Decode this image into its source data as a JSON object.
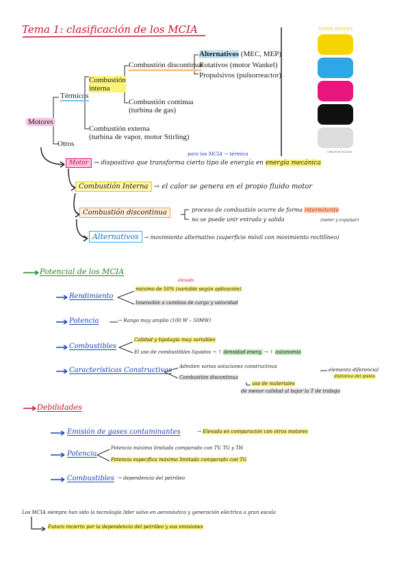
{
  "title": "Tema 1: clasificación de los MCIA",
  "tree": {
    "root": "Motores",
    "termicos": "Térmicos",
    "otros": "Otros",
    "comb_interna": [
      "Combustión",
      "interna"
    ],
    "comb_discontinua": "Combustión discontinua",
    "alternativos": "Alternativos",
    "alternativos_suffix": " (MEC, MEP)",
    "rotativos": "Rotativos (motor Wankel)",
    "propulsivos": "Propulsivos (pulsorreactor)",
    "comb_continua": [
      "Combustión continua",
      "(turbina de gas)"
    ],
    "comb_externa": [
      "Combustión externa",
      "(turbina de vapor, motor Stirling)"
    ]
  },
  "logo": {
    "top": "DANN DANIEL",
    "bottom": "CREATIVE STUDIO",
    "colors": [
      "#f5d400",
      "#2fa7e6",
      "#e8157e",
      "#111111",
      "#dcdcdc"
    ]
  },
  "definitions": {
    "motor": {
      "term": "Motor",
      "text": "dispositivo que transforma cierto tipo de energía en",
      "highlight": "energía mecánica",
      "note": "para los MCIA → térmica"
    },
    "interna": {
      "term": "Combustión Interna",
      "text": "el calor se genera en el propio fluido motor"
    },
    "discontinua": {
      "term": "Combustión discontinua",
      "line1": "proceso de combustión ocurre de forma",
      "line1_hl": "intermitente",
      "line2": "no se puede unir entrada y salida",
      "line2_note": "(meter y expulsar)"
    },
    "alternativos": {
      "term": "Alternativos",
      "text": "movimiento alternativo (superficie móvil con movimiento rectilíneo)"
    }
  },
  "potencial": {
    "heading": "Potencial de los MCIA",
    "rendimiento": {
      "label": "Rendimiento",
      "note": "elevado",
      "line1": "máximo de 50% (variable según aplicación)",
      "line2": "Insensible a cambios de carga y velocidad"
    },
    "potencia": {
      "label": "Potencia",
      "text": "Rango muy amplio (100 W – 50MW)"
    },
    "combustibles": {
      "label": "Combustibles",
      "line1": "Calidad y tipología muy variables",
      "line2a": "El uso de combustibles líquidos → ↑",
      "line2b": "densidad energ.",
      "line2c": "→ ↑",
      "line2d": "autonomía"
    },
    "caracteristicas": {
      "label": "Características Constructivas",
      "line1": "Admiten varias soluciones constructivas",
      "line1_note": "elemento diferencial",
      "line1_note2": "distintivo del pistón",
      "line2": "Combustión discontinua",
      "line3": "uso de materiales",
      "line4": "de menor calidad al bajar la T de trabajo"
    }
  },
  "debilidades": {
    "heading": "Debilidades",
    "emision": {
      "label": "Emisión de gases contaminantes",
      "text": "Elevada en comparación con otros motores"
    },
    "potencia": {
      "label": "Potencia",
      "line1": "Potencia máxima limitada comparado con TV, TG y TH",
      "line2": "Potencia específica máxima limitada comparado con TG"
    },
    "combustibles": {
      "label": "Combustibles",
      "text": "dependencia del petróleo"
    }
  },
  "conclusion": {
    "line1": "Los MCIA siempre han sido la tecnología líder salvo en aeronáutica y generación eléctrica a gran escala",
    "line2": "Futuro incierto por la dependencia del petróleo y sus emisiones"
  }
}
